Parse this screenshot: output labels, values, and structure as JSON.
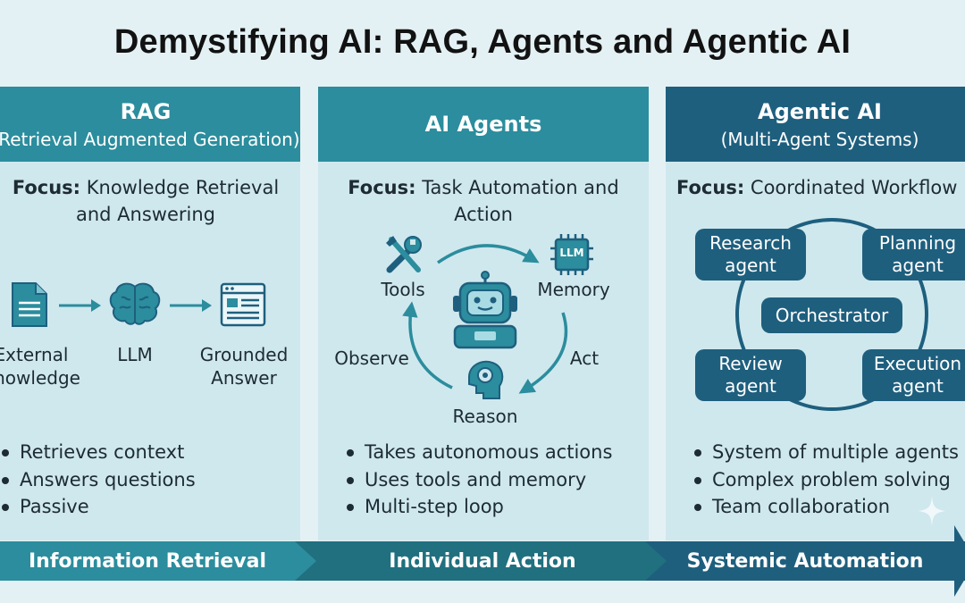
{
  "title": "Demystifying AI: RAG, Agents and Agentic AI",
  "colors": {
    "teal": "#2b8d9d",
    "navy": "#1e5f7e",
    "panel": "#cfe8ee",
    "background": "#e4f1f4"
  },
  "columns": [
    {
      "heading": "RAG",
      "subheading": "(Retrieval Augmented Generation)",
      "focus_label": "Focus:",
      "focus_text_line1": "Knowledge Retrieval",
      "focus_text_line2": "and Answering",
      "flow": [
        {
          "icon": "document-icon",
          "label_line1": "External",
          "label_line2": "Knowledge"
        },
        {
          "icon": "brain-icon",
          "label_line1": "LLM",
          "label_line2": ""
        },
        {
          "icon": "answer-window-icon",
          "label_line1": "Grounded",
          "label_line2": "Answer"
        }
      ],
      "bullets": [
        "Retrieves context",
        "Answers questions",
        "Passive"
      ]
    },
    {
      "heading": "AI Agents",
      "focus_label": "Focus:",
      "focus_text_line1": "Task Automation and",
      "focus_text_line2": "Action",
      "loop": {
        "tools": "Tools",
        "memory": "Memory",
        "memory_chip": "LLM",
        "act": "Act",
        "reason": "Reason",
        "observe": "Observe"
      },
      "bullets": [
        "Takes autonomous actions",
        "Uses tools and memory",
        "Multi-step loop"
      ]
    },
    {
      "heading": "Agentic AI",
      "subheading": "(Multi-Agent Systems)",
      "focus_label": "Focus:",
      "focus_text_line1": "Coordinated Workflow",
      "agents": {
        "research": [
          "Research",
          "agent"
        ],
        "planning": [
          "Planning",
          "agent"
        ],
        "review": [
          "Review",
          "agent"
        ],
        "execution": [
          "Execution",
          "agent"
        ],
        "orchestrator": "Orchestrator"
      },
      "bullets": [
        "System of multiple agents",
        "Complex problem solving",
        "Team collaboration"
      ]
    }
  ],
  "bands": [
    "Information Retrieval",
    "Individual Action",
    "Systemic Automation"
  ]
}
